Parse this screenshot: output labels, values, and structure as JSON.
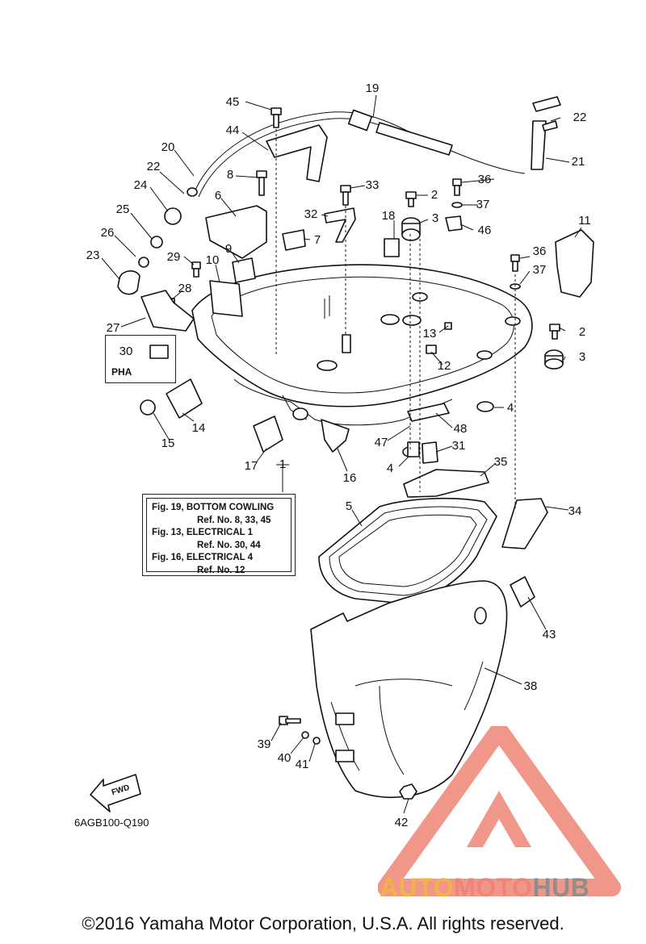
{
  "diagram": {
    "callout_lines": [
      {
        "text": "Fig. 19, BOTTOM COWLING",
        "indent": false
      },
      {
        "text": "Ref. No. 8, 33, 45",
        "indent": true
      },
      {
        "text": "Fig. 13, ELECTRICAL 1",
        "indent": false
      },
      {
        "text": "Ref. No. 30, 44",
        "indent": true
      },
      {
        "text": "Fig. 16, ELECTRICAL 4",
        "indent": false
      },
      {
        "text": "Ref. No. 12",
        "indent": true
      }
    ],
    "pha_label": "PHA",
    "fwd_label": "FWD",
    "drawing_code": "6AGB100-Q190",
    "part_numbers": [
      {
        "id": "p45",
        "text": "45"
      },
      {
        "id": "p19",
        "text": "19"
      },
      {
        "id": "p22a",
        "text": "22"
      },
      {
        "id": "p44",
        "text": "44"
      },
      {
        "id": "p20",
        "text": "20"
      },
      {
        "id": "p21",
        "text": "21"
      },
      {
        "id": "p8",
        "text": "8"
      },
      {
        "id": "p33",
        "text": "33"
      },
      {
        "id": "p36a",
        "text": "36"
      },
      {
        "id": "p22b",
        "text": "22"
      },
      {
        "id": "p24",
        "text": "24"
      },
      {
        "id": "p6",
        "text": "6"
      },
      {
        "id": "p2a",
        "text": "2"
      },
      {
        "id": "p37a",
        "text": "37"
      },
      {
        "id": "p25",
        "text": "25"
      },
      {
        "id": "p32",
        "text": "32"
      },
      {
        "id": "p18",
        "text": "18"
      },
      {
        "id": "p3a",
        "text": "3"
      },
      {
        "id": "p11",
        "text": "11"
      },
      {
        "id": "p46",
        "text": "46"
      },
      {
        "id": "p26",
        "text": "26"
      },
      {
        "id": "p7",
        "text": "7"
      },
      {
        "id": "p9",
        "text": "9"
      },
      {
        "id": "p36b",
        "text": "36"
      },
      {
        "id": "p23",
        "text": "23"
      },
      {
        "id": "p29",
        "text": "29"
      },
      {
        "id": "p10",
        "text": "10"
      },
      {
        "id": "p37b",
        "text": "37"
      },
      {
        "id": "p28",
        "text": "28"
      },
      {
        "id": "p2b",
        "text": "2"
      },
      {
        "id": "p27",
        "text": "27"
      },
      {
        "id": "p13",
        "text": "13"
      },
      {
        "id": "p30",
        "text": "30"
      },
      {
        "id": "p12",
        "text": "12"
      },
      {
        "id": "p3b",
        "text": "3"
      },
      {
        "id": "p4a",
        "text": "4"
      },
      {
        "id": "p14",
        "text": "14"
      },
      {
        "id": "p48",
        "text": "48"
      },
      {
        "id": "p15",
        "text": "15"
      },
      {
        "id": "p47",
        "text": "47"
      },
      {
        "id": "p31",
        "text": "31"
      },
      {
        "id": "p17",
        "text": "17"
      },
      {
        "id": "p4b",
        "text": "4"
      },
      {
        "id": "p1",
        "text": "1"
      },
      {
        "id": "p16",
        "text": "16"
      },
      {
        "id": "p35",
        "text": "35"
      },
      {
        "id": "p5",
        "text": "5"
      },
      {
        "id": "p34",
        "text": "34"
      },
      {
        "id": "p43",
        "text": "43"
      },
      {
        "id": "p38",
        "text": "38"
      },
      {
        "id": "p39",
        "text": "39"
      },
      {
        "id": "p40",
        "text": "40"
      },
      {
        "id": "p41",
        "text": "41"
      },
      {
        "id": "p42",
        "text": "42"
      }
    ]
  },
  "logo": {
    "text_part1": "AUTO",
    "text_part2": "MOTO",
    "text_part3": "HUB",
    "colors": {
      "auto": "#f2b24a",
      "moto": "#ee8576",
      "hub": "#8e8e8e",
      "triangle": "#ee8576"
    }
  },
  "footer": {
    "copyright": "©2016 Yamaha Motor Corporation, U.S.A. All rights reserved."
  }
}
